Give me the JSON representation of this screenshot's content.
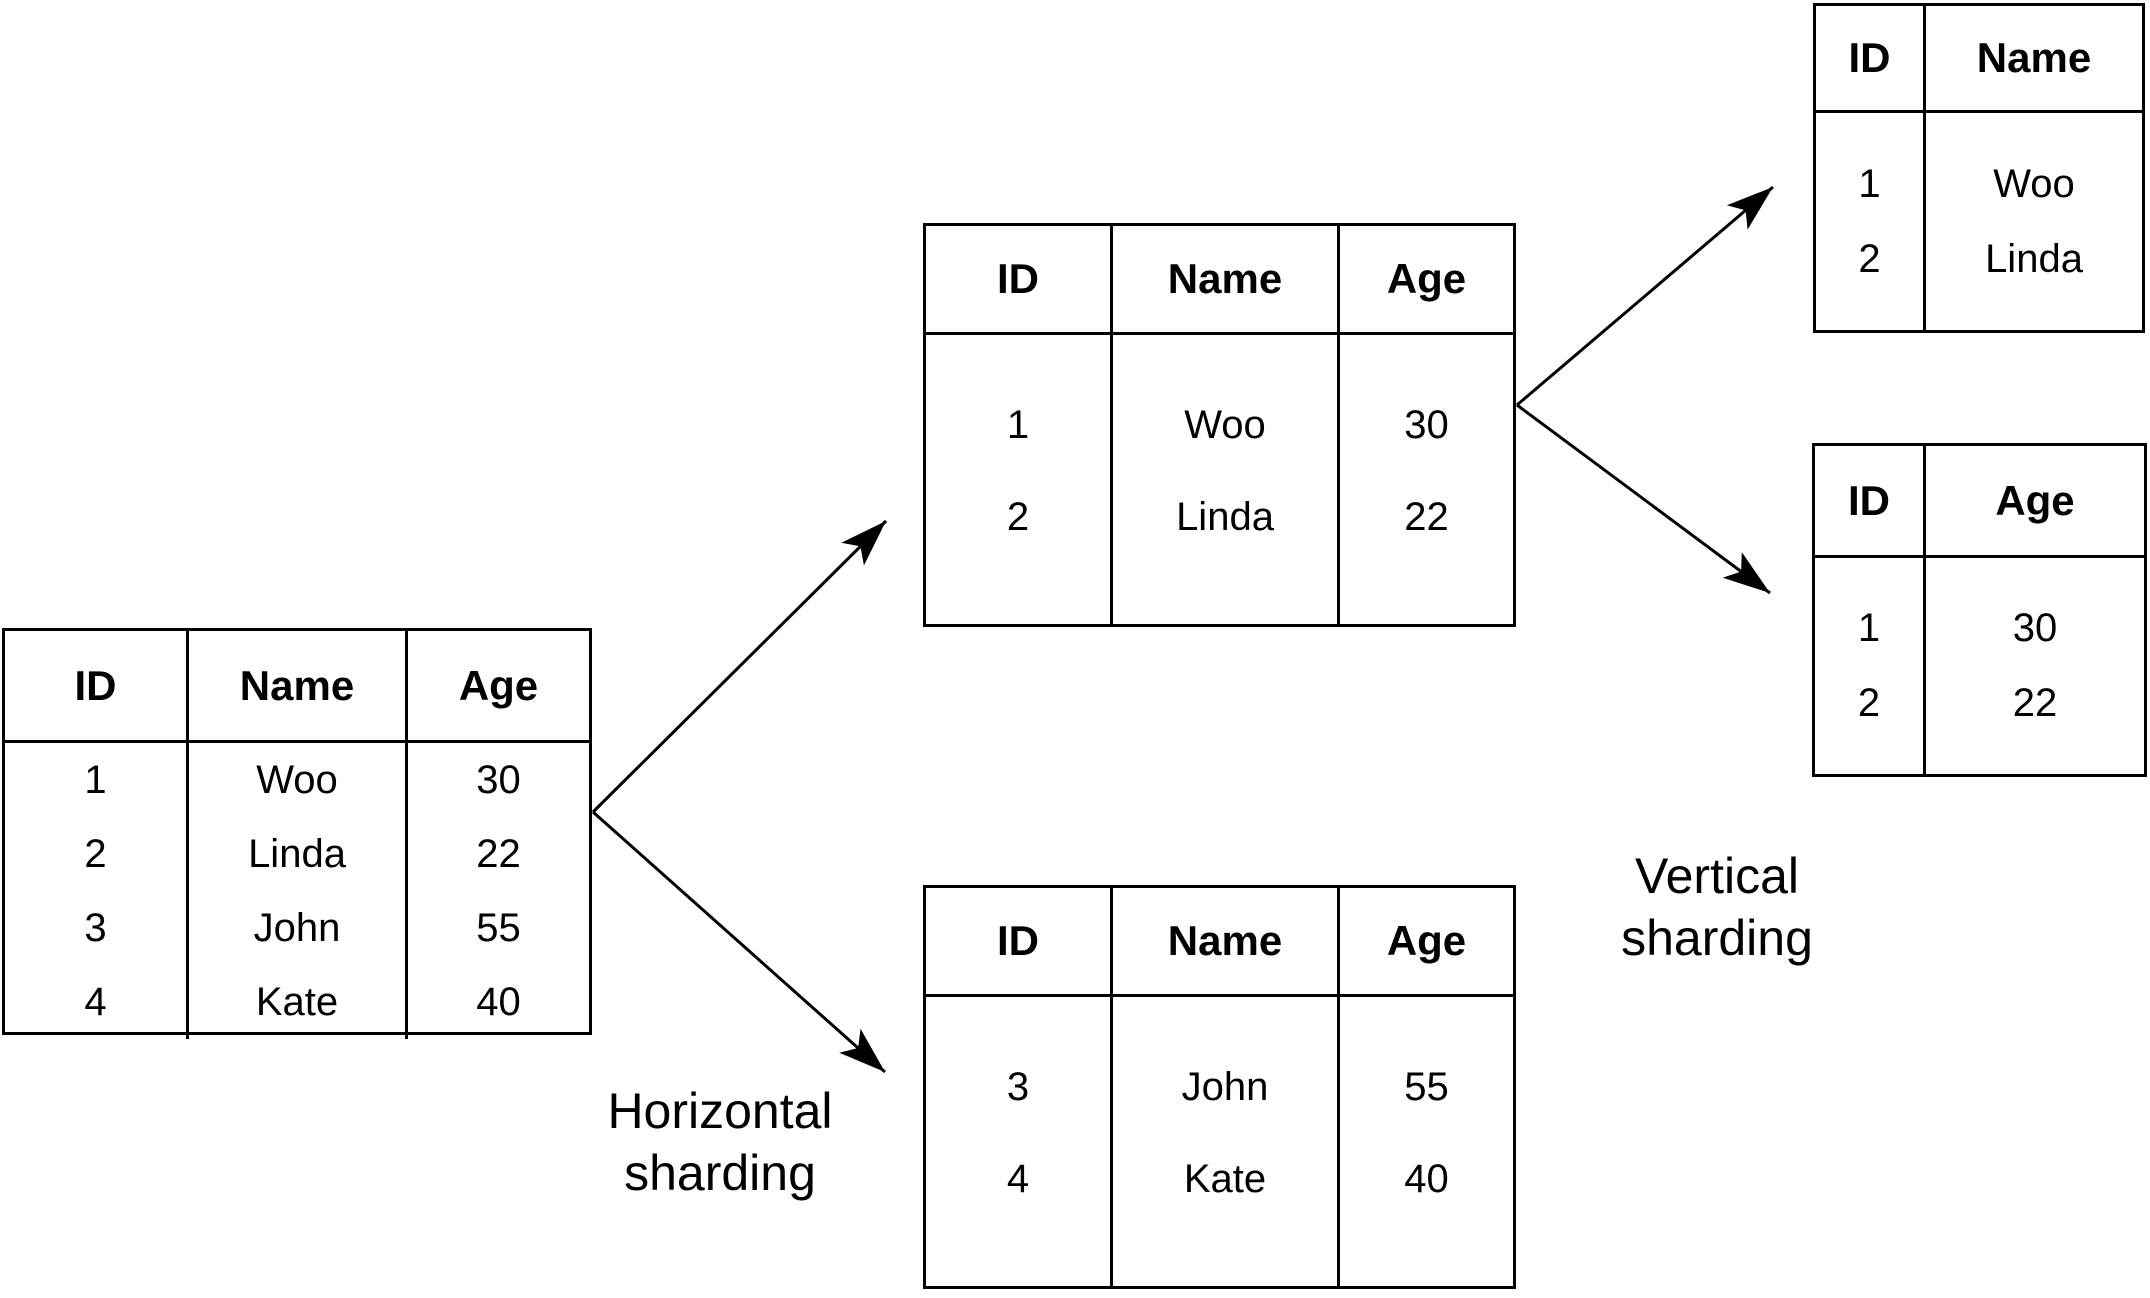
{
  "colors": {
    "background": "#ffffff",
    "line": "#000000",
    "text": "#000000"
  },
  "labels": {
    "horizontal": {
      "line1": "Horizontal",
      "line2": "sharding"
    },
    "vertical": {
      "line1": "Vertical",
      "line2": "sharding"
    }
  },
  "tables": {
    "original": {
      "headers": [
        "ID",
        "Name",
        "Age"
      ],
      "rows": [
        [
          "1",
          "Woo",
          "30"
        ],
        [
          "2",
          "Linda",
          "22"
        ],
        [
          "3",
          "John",
          "55"
        ],
        [
          "4",
          "Kate",
          "40"
        ]
      ]
    },
    "shard_rows_1_2": {
      "headers": [
        "ID",
        "Name",
        "Age"
      ],
      "rows": [
        [
          "1",
          "Woo",
          "30"
        ],
        [
          "2",
          "Linda",
          "22"
        ]
      ]
    },
    "shard_rows_3_4": {
      "headers": [
        "ID",
        "Name",
        "Age"
      ],
      "rows": [
        [
          "3",
          "John",
          "55"
        ],
        [
          "4",
          "Kate",
          "40"
        ]
      ]
    },
    "shard_id_name": {
      "headers": [
        "ID",
        "Name"
      ],
      "rows": [
        [
          "1",
          "Woo"
        ],
        [
          "2",
          "Linda"
        ]
      ]
    },
    "shard_id_age": {
      "headers": [
        "ID",
        "Age"
      ],
      "rows": [
        [
          "1",
          "30"
        ],
        [
          "2",
          "22"
        ]
      ]
    }
  }
}
